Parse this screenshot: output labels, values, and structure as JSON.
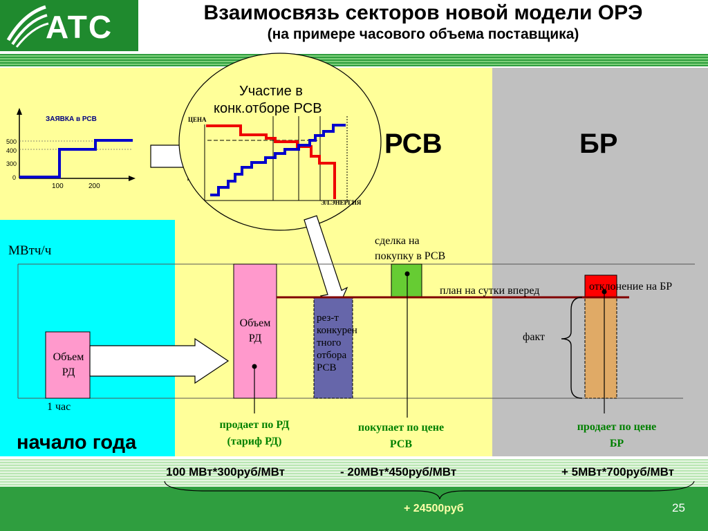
{
  "header": {
    "logo_text": "ATC",
    "title": "Взаимосвязь секторов новой модели ОРЭ",
    "subtitle": "(на примере часового объема поставщика)"
  },
  "bid_chart": {
    "title": "ЗАЯВКА в РСВ",
    "y_ticks": [
      "500",
      "400",
      "300",
      "0"
    ],
    "x_ticks": [
      "100",
      "200"
    ]
  },
  "auction": {
    "caption_line1": "Участие в",
    "caption_line2": "конк.отборе РСВ",
    "y_label": "ЦЕНА",
    "x_label": "ЭЛ.ЭНЕРГИЯ"
  },
  "sectors": {
    "rsv": "РСВ",
    "br": "БР",
    "start_of_year": "начало года"
  },
  "volume_chart": {
    "y_unit": "МВтч/ч",
    "x_unit": "1 час",
    "rd_small_line1": "Объем",
    "rd_small_line2": "РД",
    "rd_big_line1": "Объем",
    "rd_big_line2": "РД",
    "rsv_result": [
      "рез-т",
      "конкурен",
      "тного",
      "отбора",
      "РСВ"
    ],
    "deal_line1": "сделка на",
    "deal_line2": "покупку в РСВ",
    "plan_label": "план на сутки вперед",
    "deviation_label": "отклонение на БР",
    "fact_label": "факт"
  },
  "notes": {
    "sell_rd_line1": "продает по РД",
    "sell_rd_line2": "(тариф РД)",
    "buy_rsv_line1": "покупает по цене",
    "buy_rsv_line2": "РСВ",
    "sell_br_line1": "продает по цене",
    "sell_br_line2": "БР"
  },
  "formulas": {
    "rd": "100 МВт*300руб/МВт",
    "rsv": "- 20МВт*450руб/МВт",
    "br": "+ 5МВт*700руб/МВт",
    "total": "+ 24500руб"
  },
  "page_number": "25",
  "colors": {
    "yellow": "#ffff99",
    "gray": "#c0c0c0",
    "cyan": "#00ffff",
    "pink": "#ff99cc",
    "purple": "#6666aa",
    "green": "#66cc33",
    "red": "#ff0000",
    "tan": "#e0aa66",
    "plan_line": "#800000",
    "note_green": "#008000",
    "bid_blue": "#0000cc"
  }
}
